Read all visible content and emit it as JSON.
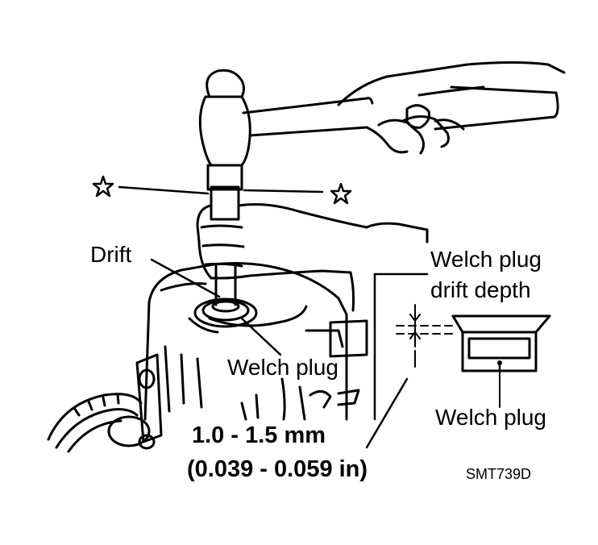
{
  "labels": {
    "drift": "Drift",
    "welch_plug_main": "Welch plug",
    "drift_depth_line1": "Welch plug",
    "drift_depth_line2": "drift depth",
    "welch_plug_detail": "Welch plug",
    "depth_mm": "1.0 - 1.5 mm",
    "depth_in": "(0.039 - 0.059 in)",
    "figure_code": "SMT739D"
  },
  "colors": {
    "ink": "#000000",
    "paper": "#ffffff"
  }
}
